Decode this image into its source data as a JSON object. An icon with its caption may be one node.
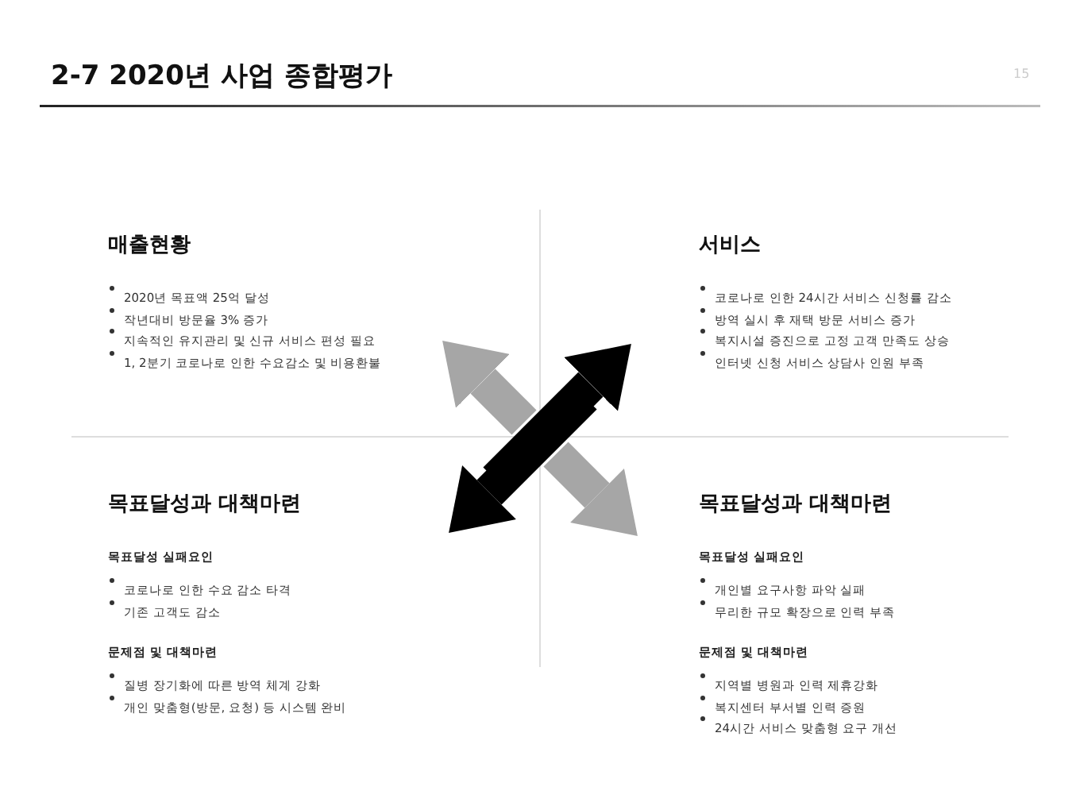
{
  "diagram": {
    "title": "2-7 2020년 사업 종합평가",
    "nodes": [
      {
        "text": [
          "매출현황",
          "2020년 목표액 25억 달성",
          "작년대비 방문율 3% 증가",
          "지속적인 유지관리 및 신규 서비스 편성 필요",
          "1, 2분기 코로나로 인한 수요감소 및 비용환불"
        ]
      },
      {
        "text": [
          "서비스",
          "코로나로 인한 24시간 서비스 신청률 감소",
          "방역 실시 후 재택 방문 서비스 증가",
          "복지시설 증진으로 고정 고객 만족도 상승",
          "인터넷 신청 서비스 상담사 인원 부족"
        ]
      },
      {
        "text": [
          "목표달성과 대책마련",
          "목표달성 실패요인",
          "코로나로 인한 수요 감소 타격",
          "기존 고객도 감소",
          "문제점 및 대책마련",
          "질병 장기화에 따른 방역 체계 강화",
          "개인 맞춤형(방문, 요청) 등 시스템 완비"
        ]
      },
      {
        "text": [
          "목표달성과 대책마련",
          "목표달성 실패요인",
          "개인별 요구사항 파악 실패",
          "무리한 규모 확장으로 인력 부족",
          "문제점 및 대책마련",
          "지역별 병원과 인력 제휴강화",
          "복지센터 부서별 인력 증원",
          "24시간 서비스 맞춤형 요구 개선"
        ]
      }
    ],
    "edges": [
      {
        "from": null,
        "to": 0,
        "arrow": "to",
        "color": "#a6a6a6"
      },
      {
        "from": null,
        "to": 1,
        "arrow": "to",
        "color": "#000000"
      },
      {
        "from": null,
        "to": 2,
        "arrow": "to",
        "color": "#000000"
      },
      {
        "from": null,
        "to": 3,
        "arrow": "to",
        "color": "#a6a6a6"
      }
    ],
    "labels": [
      "15"
    ]
  }
}
